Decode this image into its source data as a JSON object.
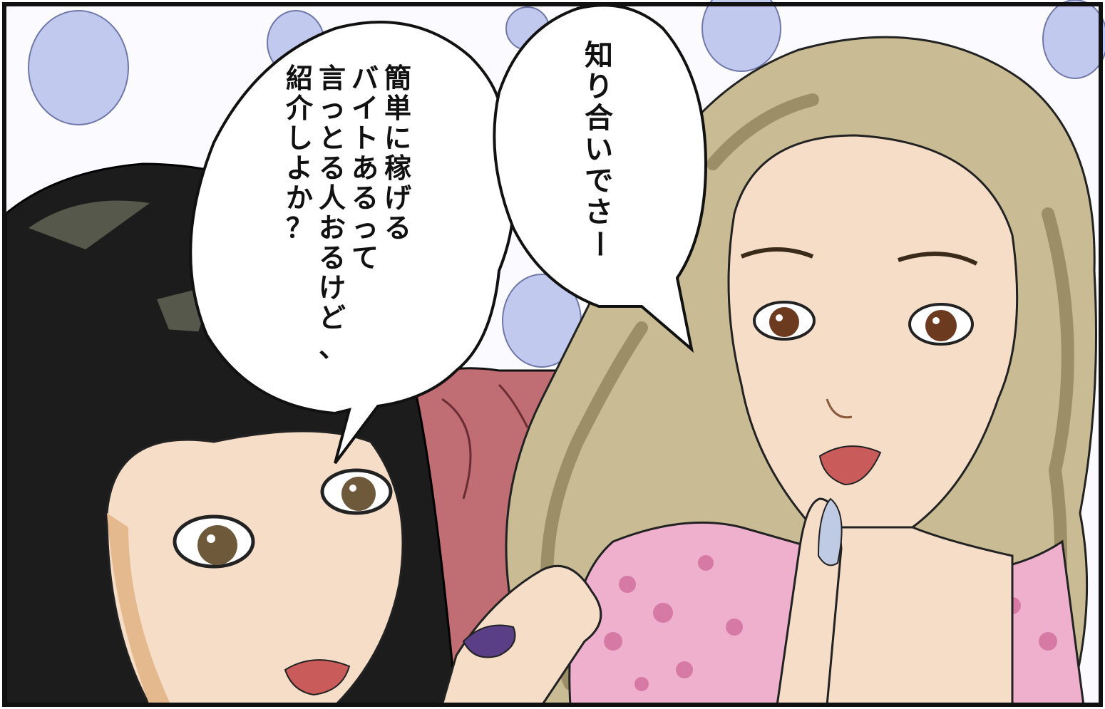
{
  "panel": {
    "colors": {
      "background_wall": "#fbfbff",
      "polka_dot": "#c2c9ef",
      "sofa": "#c06d73",
      "skin": "#f6ddc8",
      "skin_shadow": "#e4b98e",
      "hair_dark": "#1d1c1c",
      "hair_dark_highlight": "#55584a",
      "hair_blonde": "#c9bc94",
      "hair_blonde_shadow": "#9c8f68",
      "leopard_top": "#eeb0cc",
      "leopard_spots": "#d67aa5",
      "nail_purple": "#5a3f86",
      "nail_glitter": "#bfcbe4",
      "lips": "#c95b5b",
      "border": "#111111"
    },
    "bubble_right": {
      "columns": [
        "知り合いでさー"
      ]
    },
    "bubble_left": {
      "columns": [
        "簡単に稼げる",
        "バイトあるって",
        "言っとる人おるけど、",
        "紹介しよか？"
      ]
    }
  }
}
